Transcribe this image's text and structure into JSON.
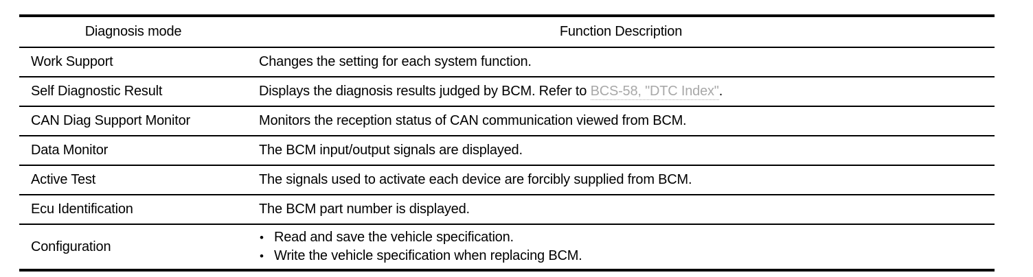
{
  "table": {
    "columns": [
      {
        "key": "mode",
        "header": "Diagnosis mode"
      },
      {
        "key": "description",
        "header": "Function Description"
      }
    ],
    "rows": [
      {
        "mode": "Work Support",
        "description": "Changes the setting for each system function."
      },
      {
        "mode": "Self Diagnostic Result",
        "description_lead": "Displays the diagnosis results judged by BCM. Refer to ",
        "description_xref": "BCS-58, \"DTC Index\"",
        "description_tail": "."
      },
      {
        "mode": "CAN Diag Support Monitor",
        "description": "Monitors the reception status of CAN communication viewed from BCM."
      },
      {
        "mode": "Data Monitor",
        "description": "The BCM input/output signals are displayed."
      },
      {
        "mode": "Active Test",
        "description": "The signals used to activate each device are forcibly supplied from BCM."
      },
      {
        "mode": "Ecu Identification",
        "description": "The BCM part number is displayed."
      },
      {
        "mode": "Configuration",
        "bullets": [
          "Read and save the vehicle specification.",
          "Write the vehicle specification when replacing BCM."
        ]
      }
    ]
  },
  "colors": {
    "rule": "#000000",
    "text": "#000000",
    "xref": "#a8a8a8",
    "background": "#ffffff"
  }
}
